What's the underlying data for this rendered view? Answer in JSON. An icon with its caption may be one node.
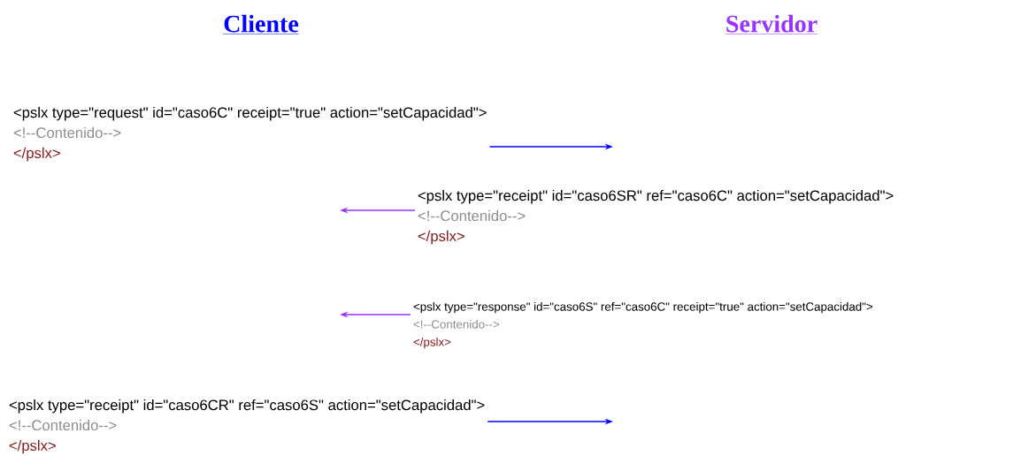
{
  "diagram": {
    "nodes": [
      {
        "text": [
          "<pslx type=\"request\" id=\"caso6C\" receipt=\"true\" action=\"setCapacidad\">",
          "<!--Contenido-->",
          "</pslx>"
        ]
      },
      {
        "text": [
          "<pslx type=\"receipt\" id=\"caso6SR\" ref=\"caso6C\" action=\"setCapacidad\">",
          "<!--Contenido-->",
          "</pslx>"
        ]
      },
      {
        "text": [
          "<pslx type=\"response\" id=\"caso6S\" ref=\"caso6C\" receipt=\"true\" action=\"setCapacidad\">",
          "<!--Contenido-->",
          "</pslx>"
        ]
      },
      {
        "text": [
          "<pslx type=\"receipt\" id=\"caso6CR\" ref=\"caso6S\" action=\"setCapacidad\">",
          "<!--Contenido-->",
          "</pslx>"
        ]
      }
    ],
    "edges": [
      {
        "from": 0,
        "to": null,
        "arrow": "to",
        "color": "#0000ff"
      },
      {
        "from": 1,
        "to": null,
        "arrow": "to",
        "color": "#9933ff"
      },
      {
        "from": 2,
        "to": null,
        "arrow": "to",
        "color": "#9933ff"
      },
      {
        "from": 3,
        "to": null,
        "arrow": "to",
        "color": "#0000ff"
      }
    ],
    "labels": [
      "Cliente",
      "Servidor"
    ]
  }
}
